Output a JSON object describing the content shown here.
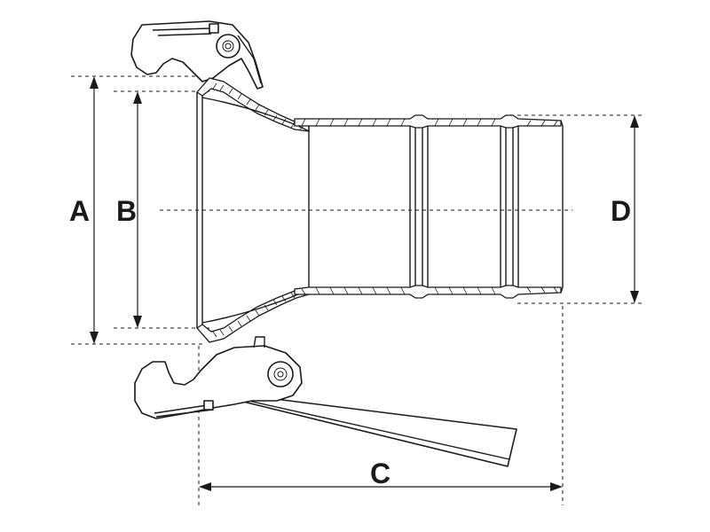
{
  "dimensions": {
    "A": "A",
    "B": "B",
    "C": "C",
    "D": "D"
  },
  "colors": {
    "line": "#1a1a1a",
    "background": "#ffffff"
  }
}
